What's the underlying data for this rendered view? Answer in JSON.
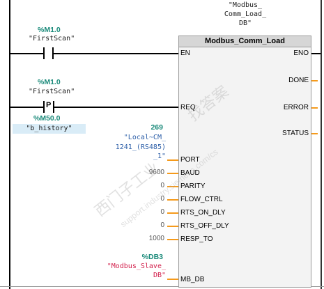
{
  "instance": {
    "db_line1": "\"Modbus_",
    "db_line2": "Comm_Load_",
    "db_line3": "DB\""
  },
  "block": {
    "title": "Modbus_Comm_Load",
    "in_en": "EN",
    "in_req": "REQ",
    "in_port": "PORT",
    "in_baud": "BAUD",
    "in_parity": "PARITY",
    "in_flow": "FLOW_CTRL",
    "in_rts_on": "RTS_ON_DLY",
    "in_rts_off": "RTS_OFF_DLY",
    "in_resp": "RESP_TO",
    "in_mb_db": "MB_DB",
    "out_eno": "ENO",
    "out_done": "DONE",
    "out_error": "ERROR",
    "out_status": "STATUS"
  },
  "contact1": {
    "address": "%M1.0",
    "tag": "\"FirstScan\""
  },
  "contact2": {
    "address": "%M1.0",
    "tag": "\"FirstScan\"",
    "symbol": "P"
  },
  "contact2_edge": {
    "address": "%M50.0",
    "tag": "\"b_history\""
  },
  "port_param": {
    "value": "269",
    "tag_line1": "\"Local~CM_",
    "tag_line2": "1241_(RS485)",
    "tag_line3": "_1\""
  },
  "params": {
    "baud": "9600",
    "parity": "0",
    "flow": "0",
    "rts_on": "0",
    "rts_off": "0",
    "resp": "1000"
  },
  "mb_db_param": {
    "address": "%DB3",
    "tag_line1": "\"Modbus_Slave_",
    "tag_line2": "DB\""
  },
  "watermark": {
    "text1": "西门子工业",
    "text2": "support.industry.siemens.com/cs",
    "text3": "找答案"
  },
  "colors": {
    "address": "#1a8a7a",
    "pin_wire": "#f59a1b",
    "tag_red": "#d21f4b",
    "highlight": "#d9ecf7"
  }
}
